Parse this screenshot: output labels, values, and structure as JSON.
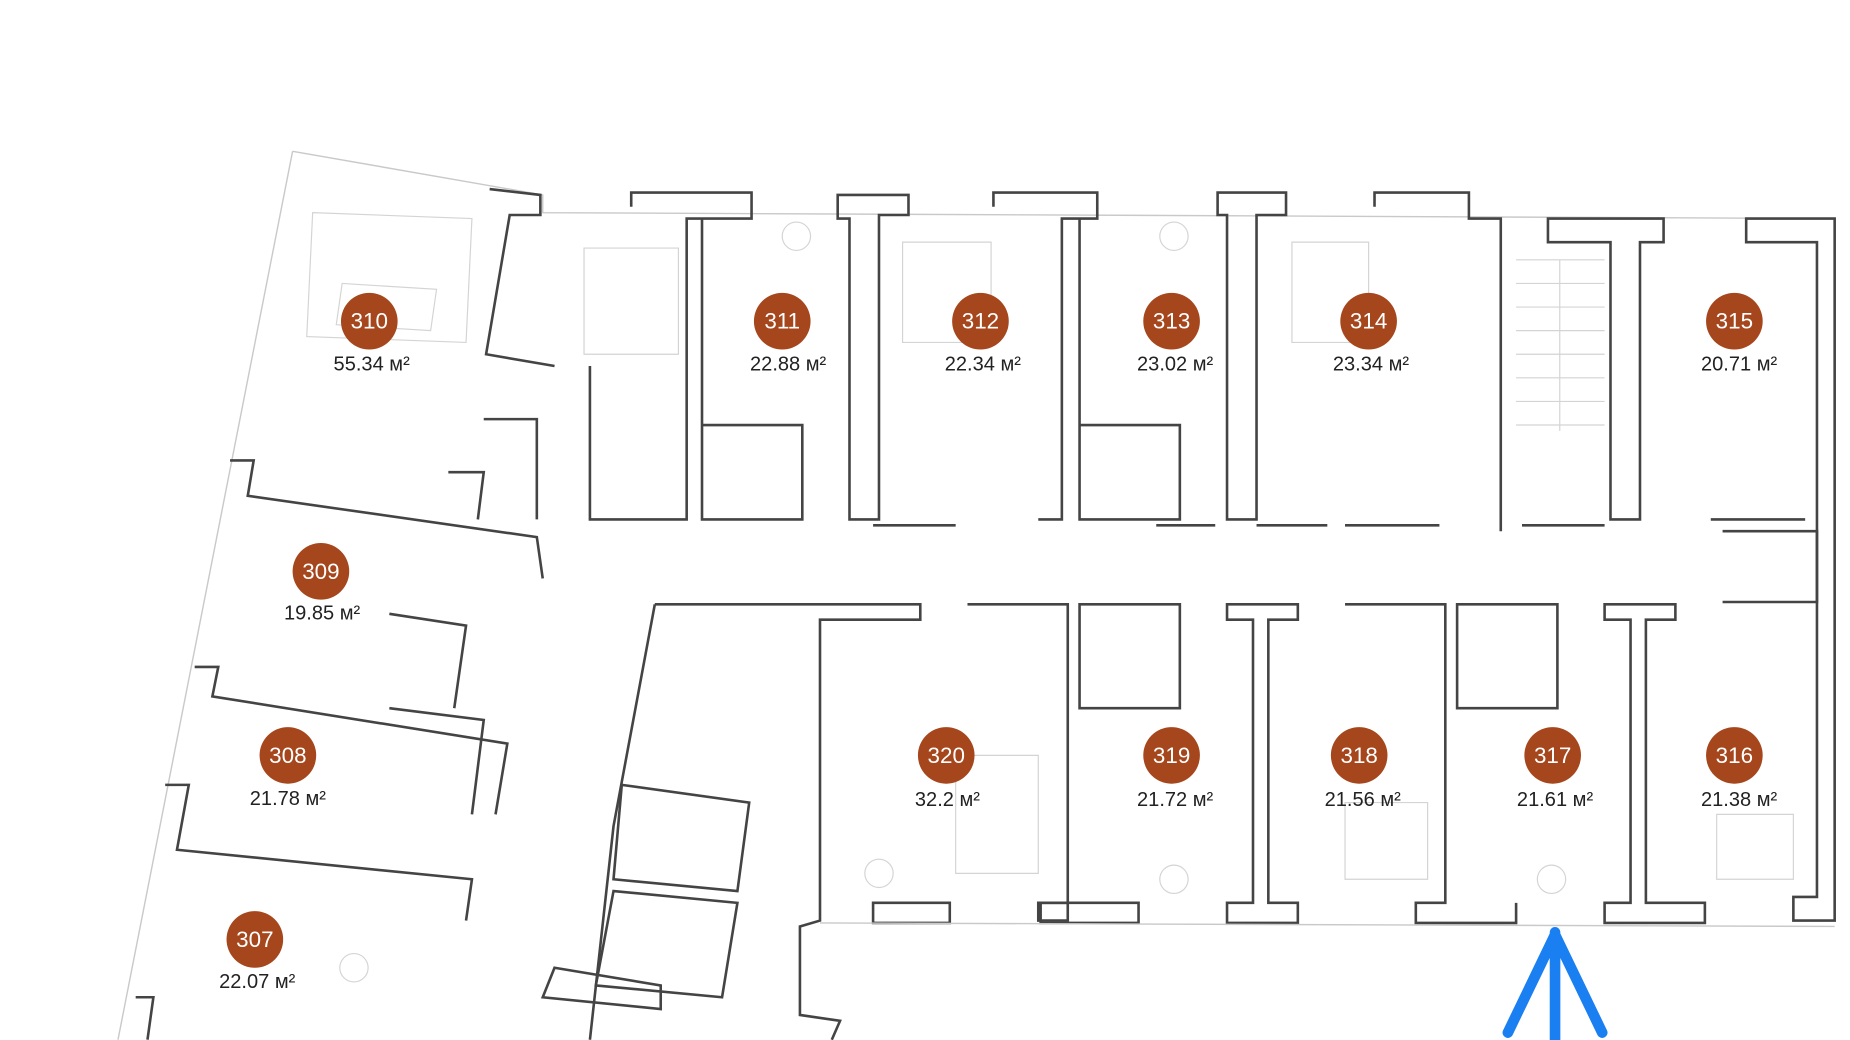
{
  "plan": {
    "units": [
      {
        "number": "310",
        "area": "55.34 м²"
      },
      {
        "number": "311",
        "area": "22.88 м²"
      },
      {
        "number": "312",
        "area": "22.34 м²"
      },
      {
        "number": "313",
        "area": "23.02 м²"
      },
      {
        "number": "314",
        "area": "23.34 м²"
      },
      {
        "number": "315",
        "area": "20.71 м²"
      },
      {
        "number": "309",
        "area": "19.85 м²"
      },
      {
        "number": "308",
        "area": "21.78 м²"
      },
      {
        "number": "307",
        "area": "22.07 м²"
      },
      {
        "number": "320",
        "area": "32.2 м²"
      },
      {
        "number": "319",
        "area": "21.72 м²"
      },
      {
        "number": "318",
        "area": "21.56 м²"
      },
      {
        "number": "317",
        "area": "21.61 м²"
      },
      {
        "number": "316",
        "area": "21.38 м²"
      }
    ],
    "badge_color": "#a5461c",
    "arrow_color": "#1a7ff0",
    "arrow_icon": "arrow-up-icon"
  }
}
